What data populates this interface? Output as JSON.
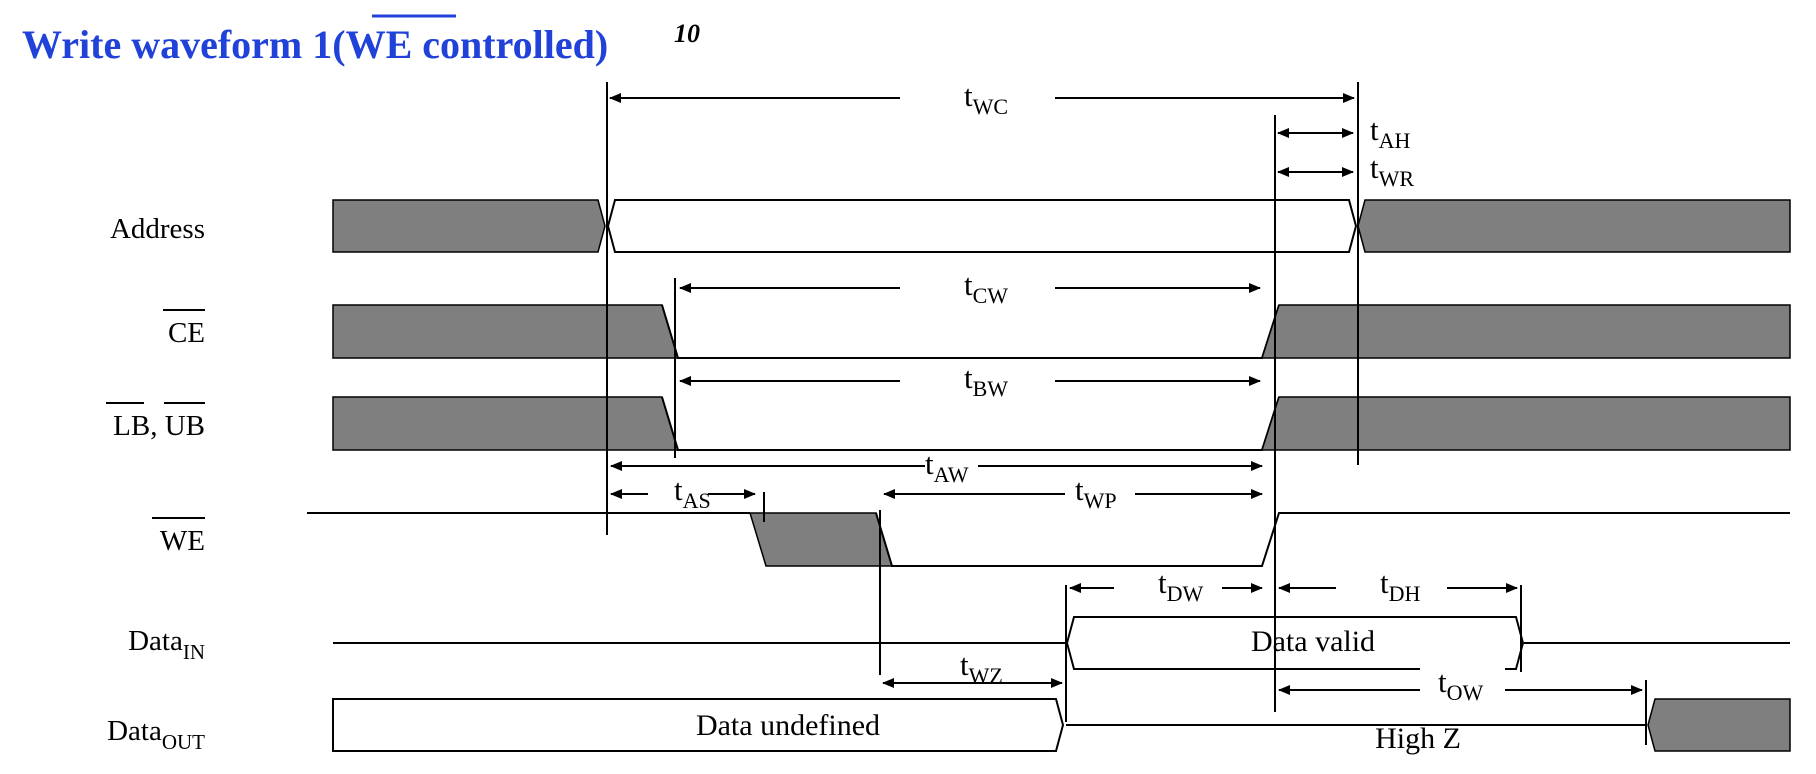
{
  "title": {
    "prefix": "Write waveform 1(",
    "overlined": "WE",
    "suffix": " controlled)",
    "superscript": "10"
  },
  "signals": {
    "address": "Address",
    "ce": "CE",
    "lb": "LB",
    "lb_ub_sep": ", ",
    "ub": "UB",
    "we": "WE",
    "data_in_main": "Data",
    "data_in_sub": "IN",
    "data_out_main": "Data",
    "data_out_sub": "OUT"
  },
  "timings": {
    "twc": {
      "t": "t",
      "sub": "WC"
    },
    "tah": {
      "t": "t",
      "sub": "AH"
    },
    "twr": {
      "t": "t",
      "sub": "WR"
    },
    "tcw": {
      "t": "t",
      "sub": "CW"
    },
    "tbw": {
      "t": "t",
      "sub": "BW"
    },
    "taw": {
      "t": "t",
      "sub": "AW"
    },
    "tas": {
      "t": "t",
      "sub": "AS"
    },
    "twp": {
      "t": "t",
      "sub": "WP"
    },
    "tdw": {
      "t": "t",
      "sub": "DW"
    },
    "tdh": {
      "t": "t",
      "sub": "DH"
    },
    "twz": {
      "t": "t",
      "sub": "WZ"
    },
    "tow": {
      "t": "t",
      "sub": "OW"
    }
  },
  "labels": {
    "data_valid": "Data valid",
    "data_undefined": "Data undefined",
    "high_z": "High Z"
  },
  "colors": {
    "title": "#2042d8",
    "shade": "#7f7f7f"
  }
}
